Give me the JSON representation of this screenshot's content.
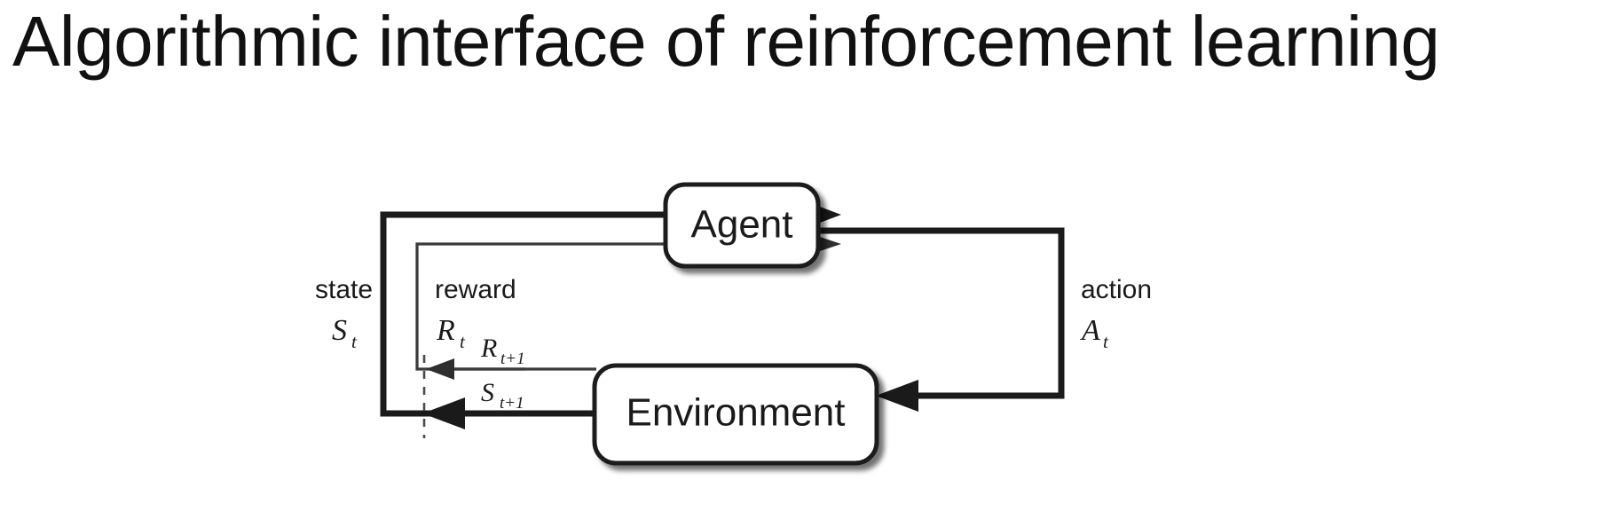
{
  "slide": {
    "title": "Algorithmic interface of reinforcement learning"
  },
  "diagram": {
    "name": "agent-environment-interaction-loop",
    "nodes": {
      "agent": {
        "label": "Agent"
      },
      "environment": {
        "label": "Environment"
      }
    },
    "signals": {
      "state": {
        "word": "state",
        "symbol": "S",
        "subscript": "t"
      },
      "reward": {
        "word": "reward",
        "symbol": "R",
        "subscript": "t"
      },
      "action": {
        "word": "action",
        "symbol": "A",
        "subscript": "t"
      },
      "next_reward": {
        "symbol": "R",
        "subscript": "t+1"
      },
      "next_state": {
        "symbol": "S",
        "subscript": "t+1"
      }
    },
    "colors": {
      "stroke": "#1a1a1a",
      "thin_stroke": "#3a3a3a",
      "box_fill": "#ffffff",
      "background": "#ffffff",
      "divider": "#4a4a4a"
    }
  }
}
